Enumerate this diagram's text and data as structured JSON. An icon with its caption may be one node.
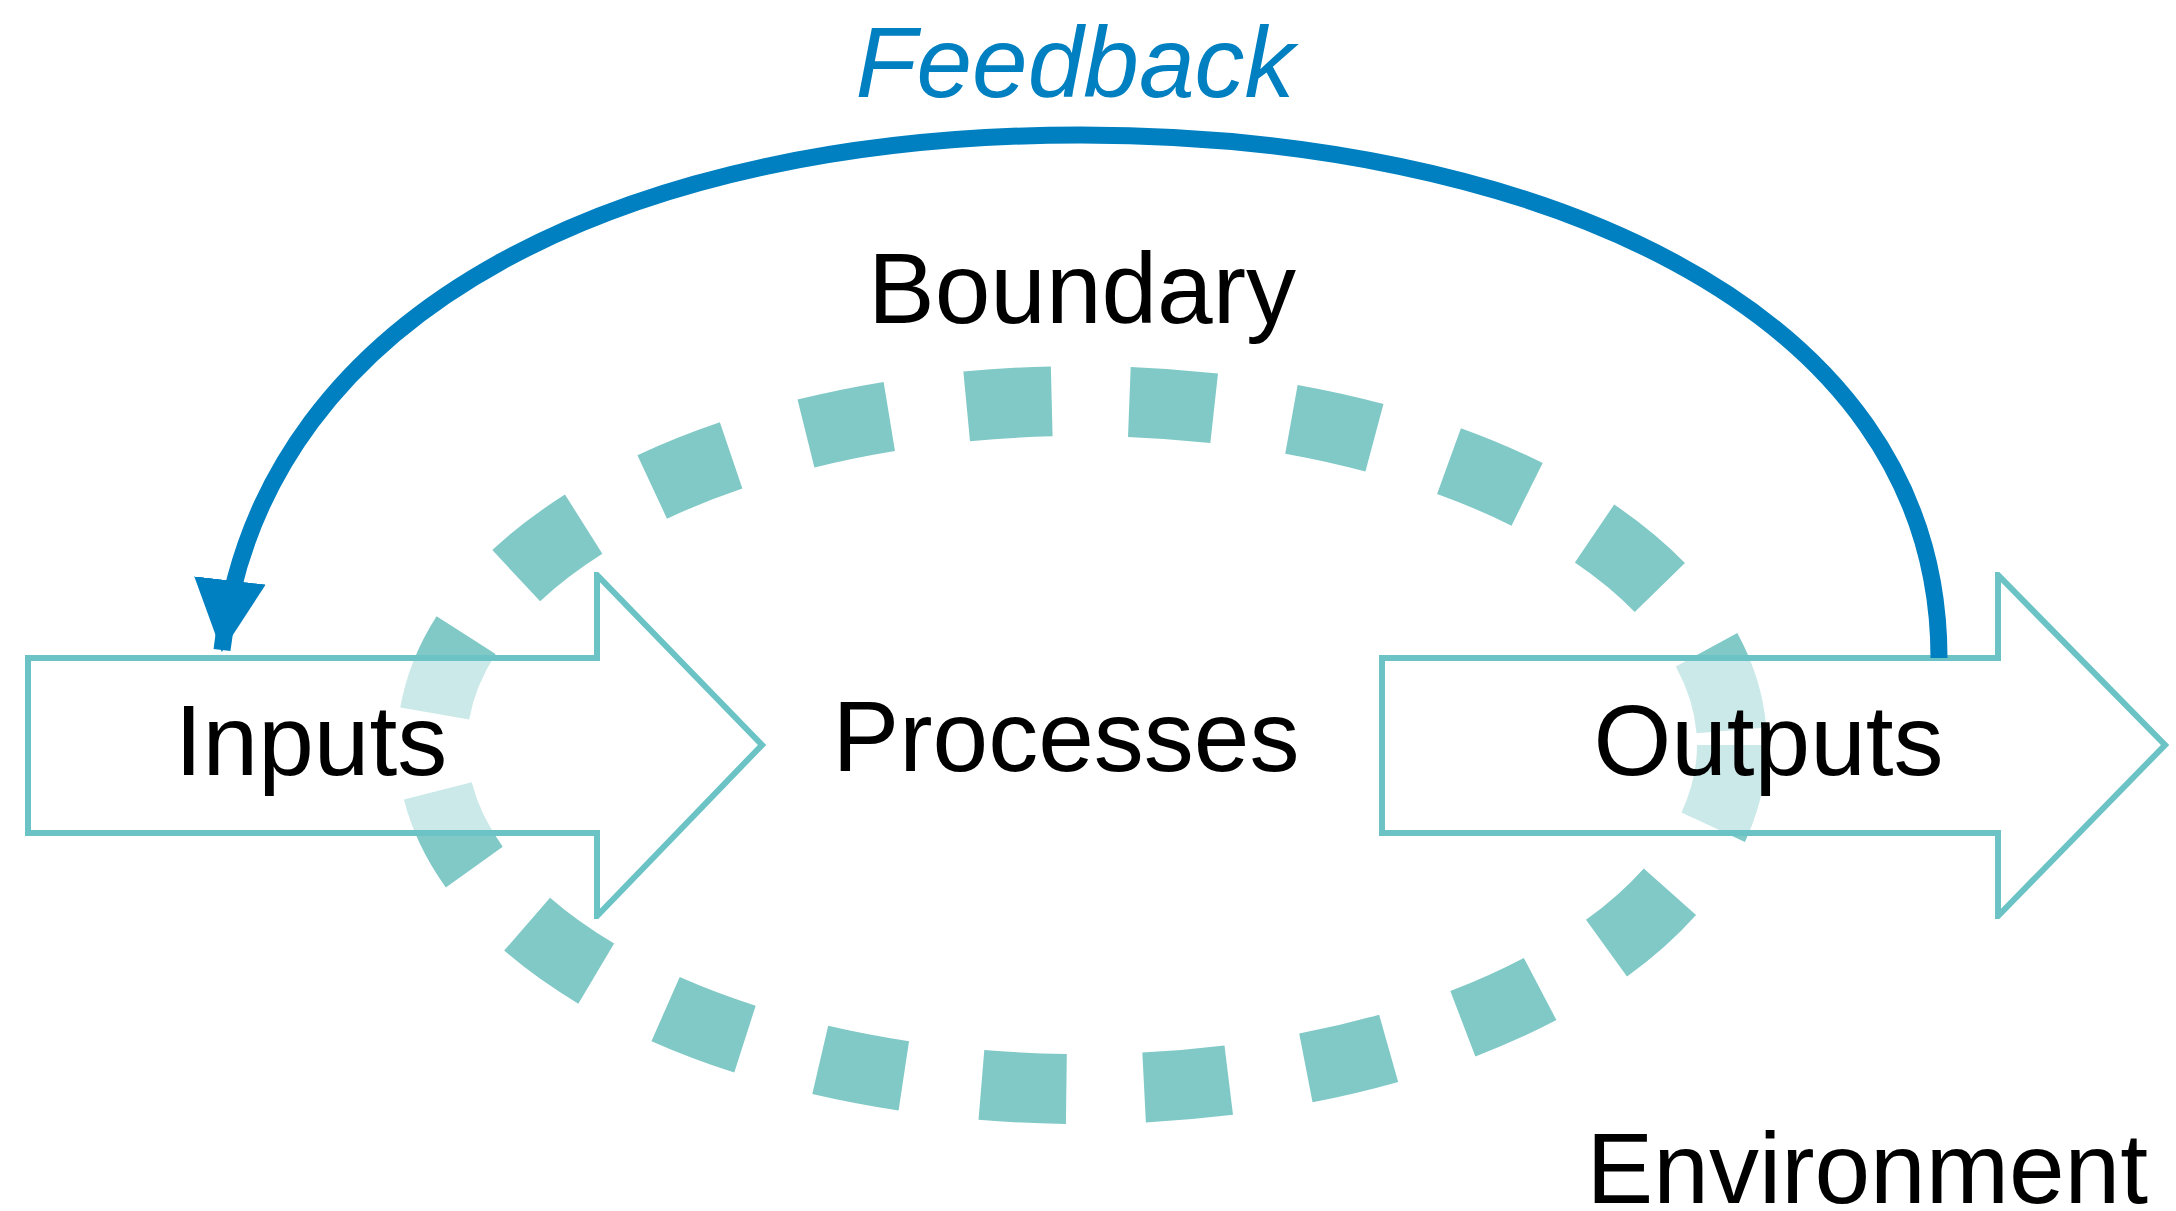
{
  "diagram": {
    "nodes": [
      {
        "text": [
          "Boundary"
        ]
      },
      {
        "text": [
          "Inputs"
        ]
      },
      {
        "text": [
          "Processes"
        ],
        "in": 0
      },
      {
        "text": [
          "Outputs"
        ]
      }
    ],
    "edges": [
      {
        "from": 3,
        "to": 1,
        "arrow": "to",
        "label": "Feedback"
      }
    ],
    "labels": [
      "Environment"
    ]
  }
}
